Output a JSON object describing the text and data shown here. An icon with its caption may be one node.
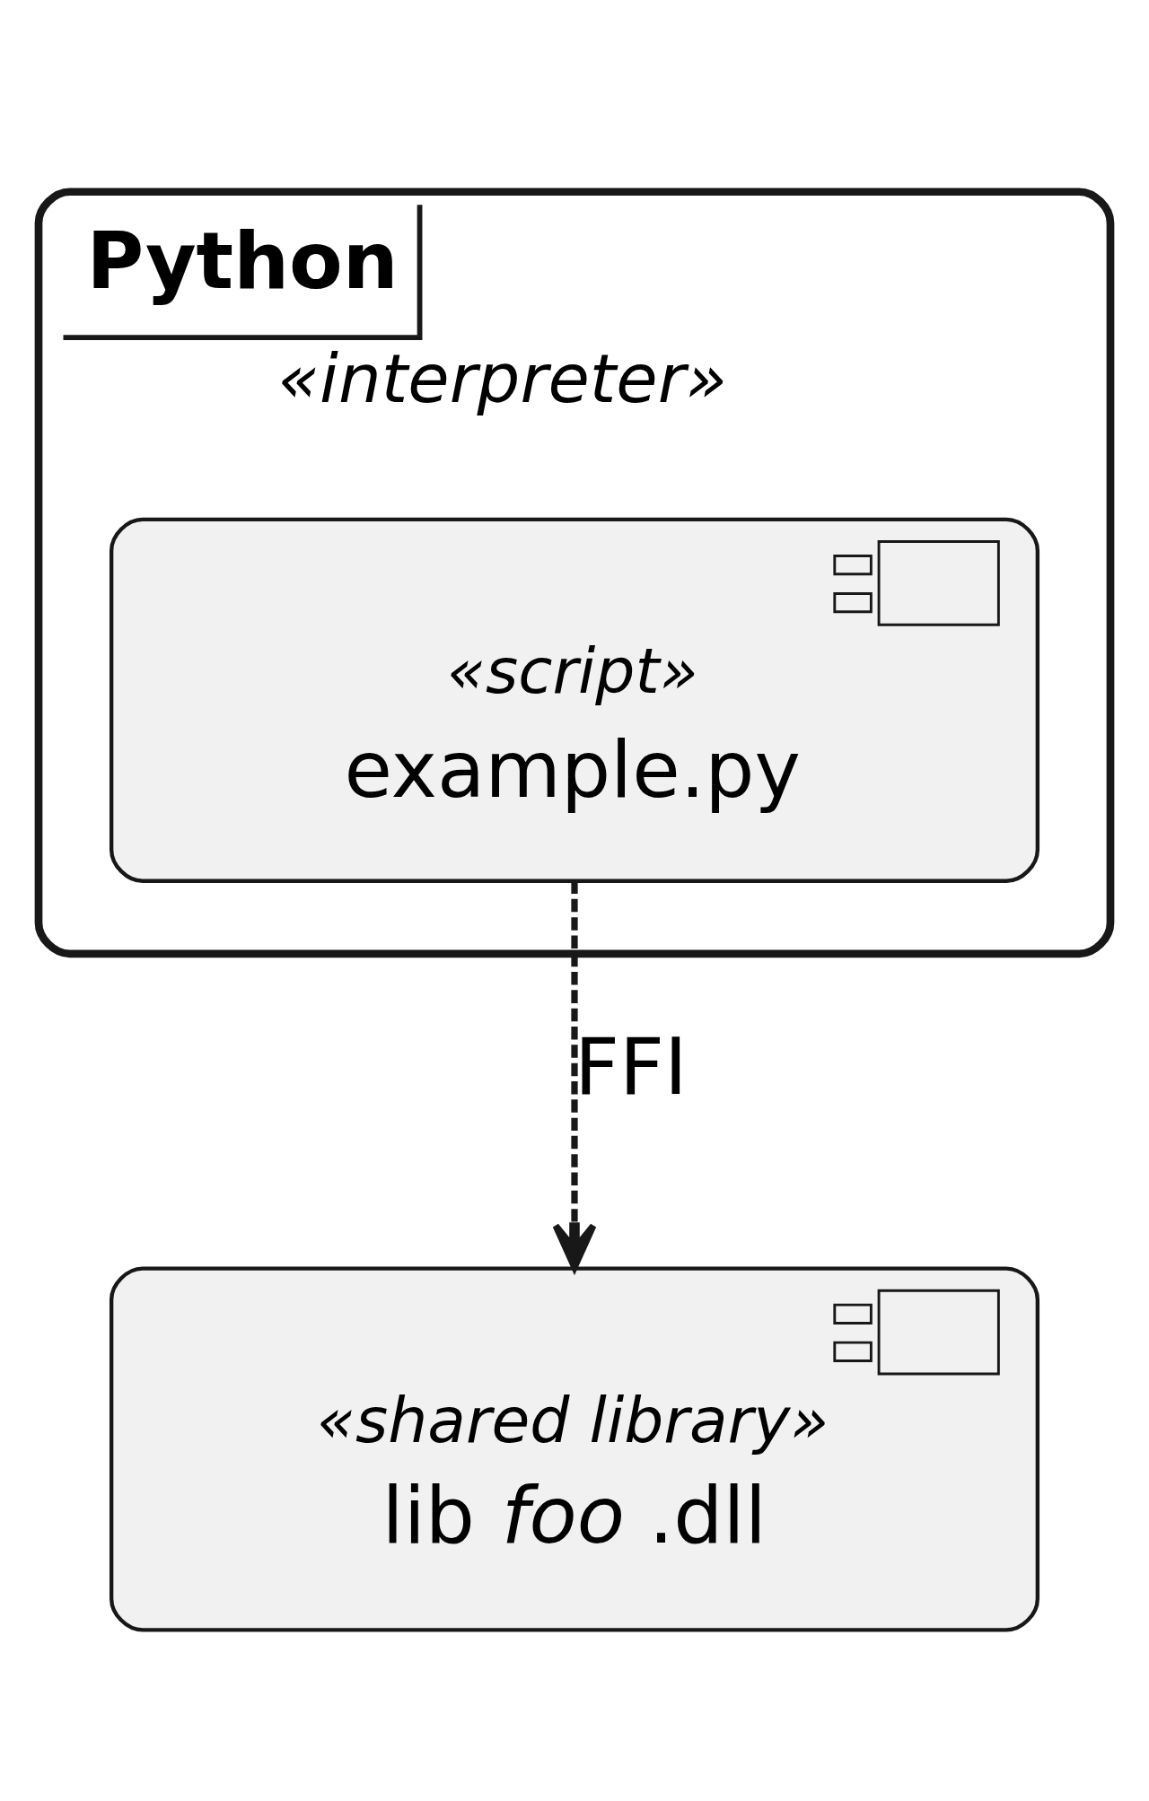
{
  "diagram": {
    "nodes": [
      {
        "text": [
          "Python",
          "«interpreter»"
        ]
      },
      {
        "text": [
          "«script»",
          "example.py"
        ],
        "in": 0
      },
      {
        "text": [
          "«shared library»",
          "lib *foo* .dll"
        ]
      }
    ],
    "edges": [
      {
        "from": 1,
        "to": 2,
        "arrow": "to",
        "style": "dashed",
        "label": "FFI"
      }
    ]
  }
}
